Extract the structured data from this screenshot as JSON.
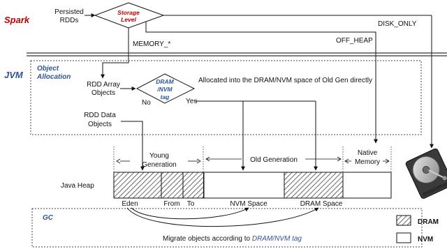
{
  "spark": {
    "label": "Spark",
    "persisted_rdds": [
      "Persisted",
      "RDDs"
    ],
    "storage_level": [
      "Storage",
      "Level"
    ],
    "memory_star": "MEMORY_*",
    "off_heap": "OFF_HEAP",
    "disk_only": "DISK_ONLY"
  },
  "jvm": {
    "label": "JVM",
    "object_allocation": [
      "Object",
      "Allocation"
    ],
    "rdd_array_objects": [
      "RDD Array",
      "Objects"
    ],
    "dram_nvm_tag": [
      "DRAM",
      "/NVM",
      "tag"
    ],
    "no": "No",
    "yes": "Yes",
    "allocated_note": "Allocated into the DRAM/NVM space of Old Gen directly",
    "rdd_data_objects": [
      "RDD Data",
      "Objects"
    ]
  },
  "heap": {
    "young_generation": [
      "Young",
      "Generation"
    ],
    "old_generation": "Old Generation",
    "native_memory": [
      "Native",
      "Memory"
    ],
    "java_heap": "Java Heap",
    "eden": "Eden",
    "from": "From",
    "to": "To",
    "nvm_space": "NVM Space",
    "dram_space": "DRAM Space"
  },
  "gc": {
    "label": "GC",
    "migrate_prefix": "Migrate objects according to ",
    "migrate_tag": "DRAM/NVM tag"
  },
  "legend": {
    "dram": "DRAM",
    "nvm": "NVM"
  },
  "colors": {
    "red_label": "#c00000",
    "blue_label": "#2f5597",
    "hatch": "#444444"
  },
  "icons": {
    "disk": "hard-disk-icon"
  }
}
